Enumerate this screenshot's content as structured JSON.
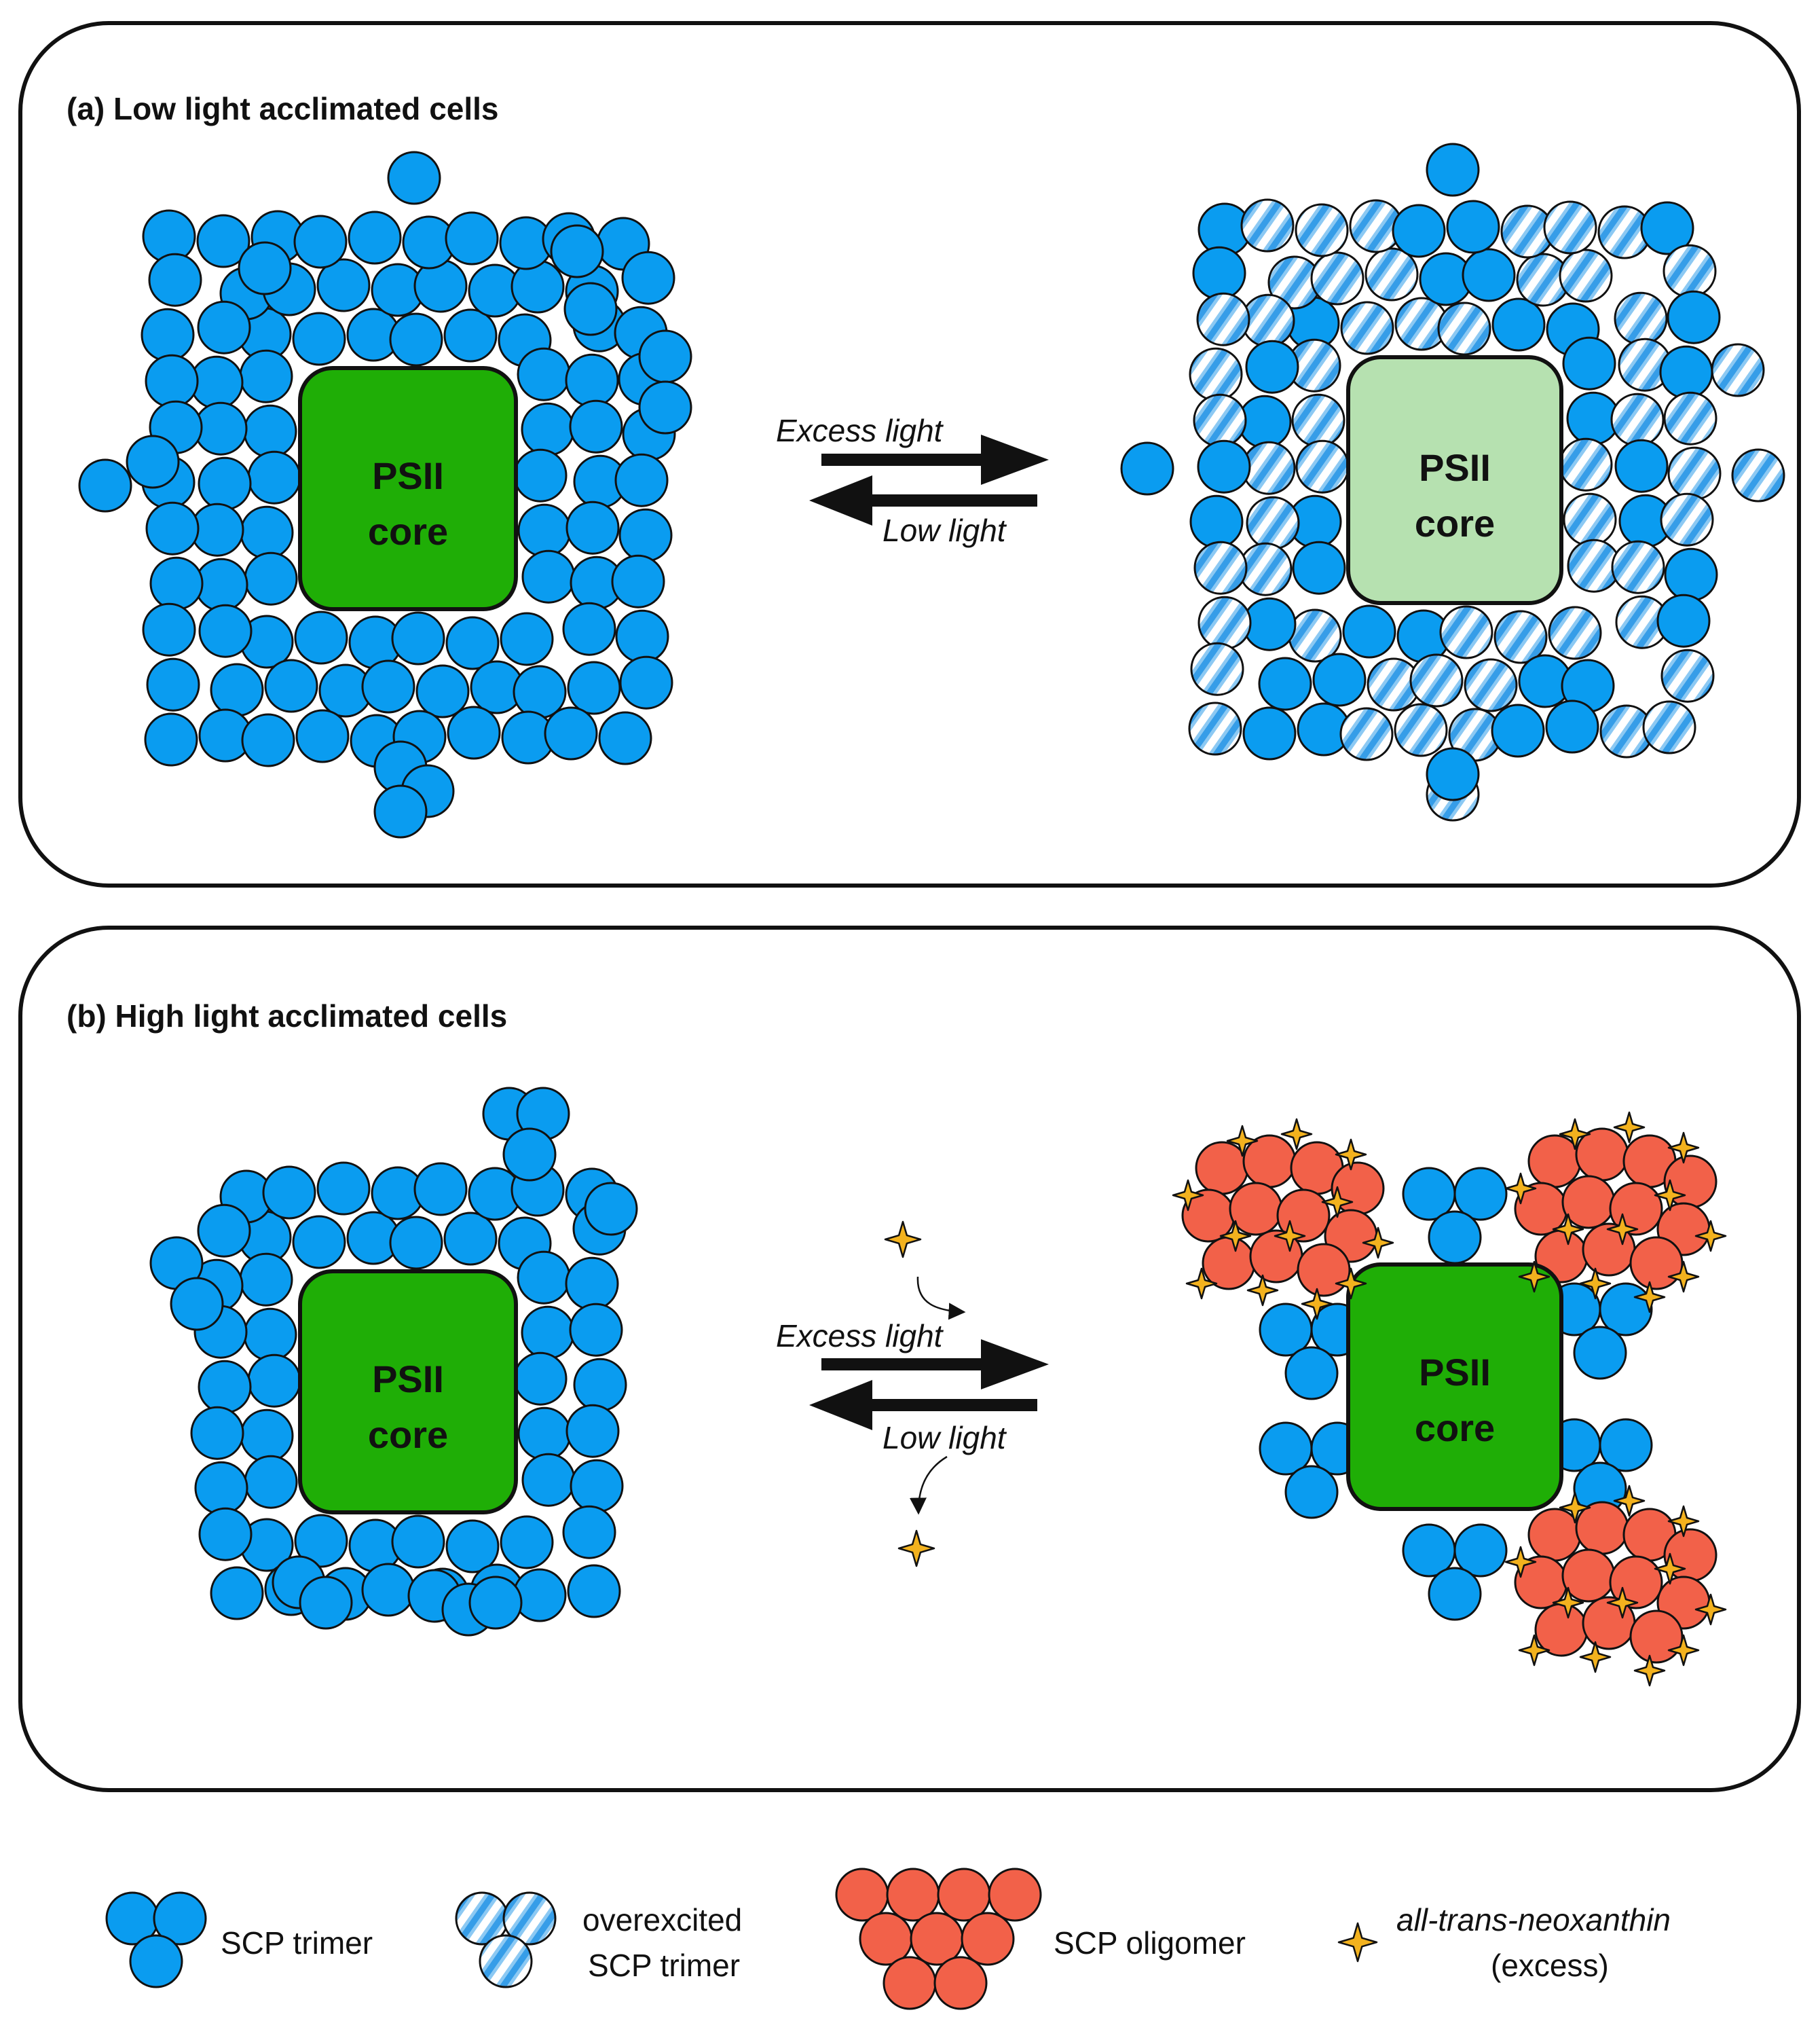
{
  "panels": [
    {
      "title": "(a) Low light acclimated cells",
      "left_core": "PSII core",
      "right_core": "PSII core",
      "arrow_forward": "Excess light",
      "arrow_back": "Low light"
    },
    {
      "title": "(b) High light acclimated cells",
      "left_core": "PSII core",
      "right_core": "PSII core",
      "arrow_forward": "Excess light",
      "arrow_back": "Low light"
    }
  ],
  "legend": {
    "trimer": "SCP trimer",
    "overexcited_line1": "overexcited",
    "overexcited_line2": "SCP trimer",
    "oligomer": "SCP oligomer",
    "neoxanthin_line1": "all-trans-neoxanthin",
    "neoxanthin_line2": "(excess)"
  },
  "colors": {
    "scp_blue": "#0a9cf0",
    "striped_light": "#d9ecfb",
    "oligomer_red": "#f26149",
    "neoxanthin_yellow": "#f3b21e",
    "core_green": "#1fae06",
    "core_light_green": "#b6e1b0"
  }
}
